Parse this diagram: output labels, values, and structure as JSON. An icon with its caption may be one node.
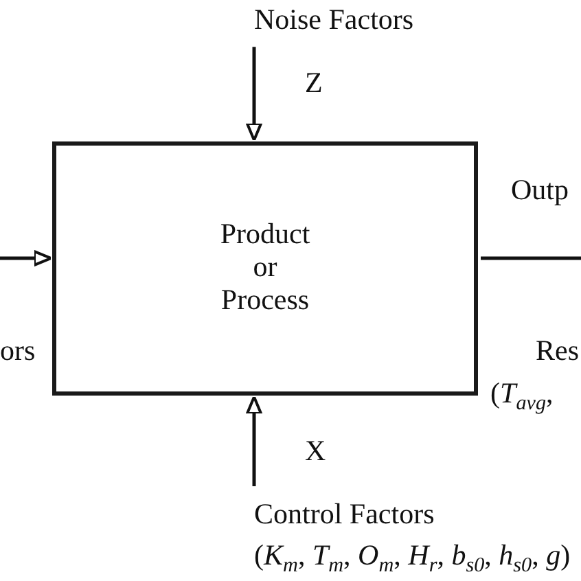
{
  "diagram": {
    "nodes": [
      {
        "text": [
          "Product or Process"
        ]
      },
      {
        "text": [
          "Noise Factors"
        ]
      },
      {
        "text": [
          "Control Factors",
          "(*K*$_{m}$, *T*$_{m}$, *O*$_{m}$, *H*$_{r}$, *b*$_{s0}$, *h*$_{s0}$, *g*)"
        ]
      }
    ],
    "edges": [
      {
        "from": 1,
        "to": 0,
        "arrow": "to",
        "label": "Z"
      },
      {
        "from": 2,
        "to": 0,
        "arrow": "to",
        "label": "X"
      },
      {
        "from": null,
        "to": 0,
        "arrow": "to"
      },
      {
        "from": 0,
        "to": null,
        "arrow": "none"
      }
    ],
    "labels": [
      "Outp",
      "ors",
      "Res",
      "(*T*$_{avg}$,"
    ]
  }
}
